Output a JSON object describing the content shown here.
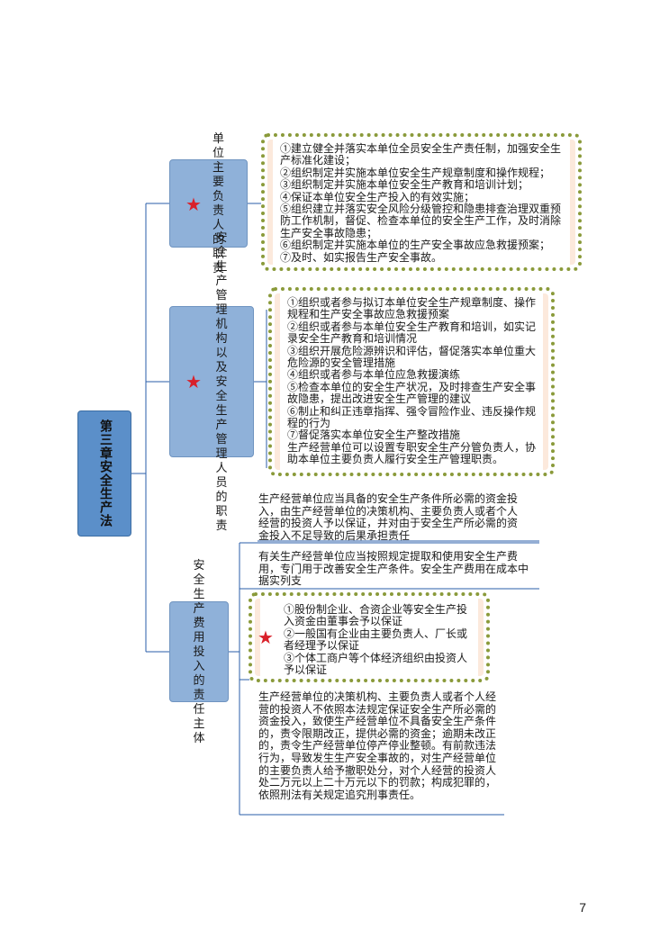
{
  "root": {
    "label": "第三章安全生产法"
  },
  "branches": [
    {
      "label": "单位主要负责人的职责",
      "starred": true,
      "items": [
        "①建立健全并落实本单位全员安全生产责任制，加强安全生产标准化建设；",
        "②组织制定并实施本单位安全生产规章制度和操作规程；",
        "③组织制定并实施本单位安全生产教育和培训计划；",
        "④保证本单位安全生产投入的有效实施；",
        "⑤组织建立并落实安全风险分级管控和隐患排查治理双重预防工作机制，督促、检查本单位的安全生产工作，及时消除生产安全事故隐患；",
        "⑥组织制定并实施本单位的生产安全事故应急救援预案；",
        "⑦及时、如实报告生产安全事故。"
      ]
    },
    {
      "label": "安全生产管理机构以及安全生产管理人员的职责",
      "starred": true,
      "items": [
        "①组织或者参与拟订本单位安全生产规章制度、操作规程和生产安全事故应急救援预案",
        "②组织或者参与本单位安全生产教育和培训，如实记录安全生产教育和培训情况",
        "③组织开展危险源辨识和评估，督促落实本单位重大危险源的安全管理措施",
        "④组织或者参与本单位应急救援演练",
        "⑤检查本单位的安全生产状况，及时排查生产安全事故隐患，提出改进安全生产管理的建议",
        "⑥制止和纠正违章指挥、强令冒险作业、违反操作规程的行为",
        "⑦督促落实本单位安全生产整改措施",
        "生产经营单位可以设置专职安全生产分管负责人，协助本单位主要负责人履行安全生产管理职责。"
      ]
    },
    {
      "label": "安全生产费用投入的责任主体",
      "starred": false,
      "notes": [
        "生产经营单位应当具备的安全生产条件所必需的资金投入，由生产经营单位的决策机构、主要负责人或者个人经营的投资人予以保证，并对由于安全生产所必需的资金投入不足导致的后果承担责任",
        "有关生产经营单位应当按照规定提取和使用安全生产费用，专门用于改善安全生产条件。安全生产费用在成本中据实列支",
        "生产经营单位的决策机构、主要负责人或者个人经营的投资人不依照本法规定保证安全生产所必需的资金投入，致使生产经营单位不具备安全生产条件的，责令限期改正，提供必需的资金；逾期未改正的，责令生产经营单位停产停业整顿。有前款违法行为，导致发生生产安全事故的，对生产经营单位的主要负责人给予撤职处分，对个人经营的投资人处二万元以上二十万元以下的罚款；构成犯罪的，依照刑法有关规定追究刑事责任。"
      ],
      "sub": {
        "starred": true,
        "items": [
          "①股份制企业、合资企业等安全生产投入资金由董事会予以保证",
          "②一般国有企业由主要负责人、厂长或者经理予以保证",
          "③个体工商户等个体经济组织由投资人予以保证"
        ]
      }
    }
  ],
  "page_number": "7",
  "colors": {
    "node_dark": "#5b8fc9",
    "node_light": "#8fb1d9",
    "connector": "#2a5ea8",
    "star": "#d9202a",
    "dotted_border": "#8a9a3a",
    "box_fill": "#fce9dc"
  }
}
